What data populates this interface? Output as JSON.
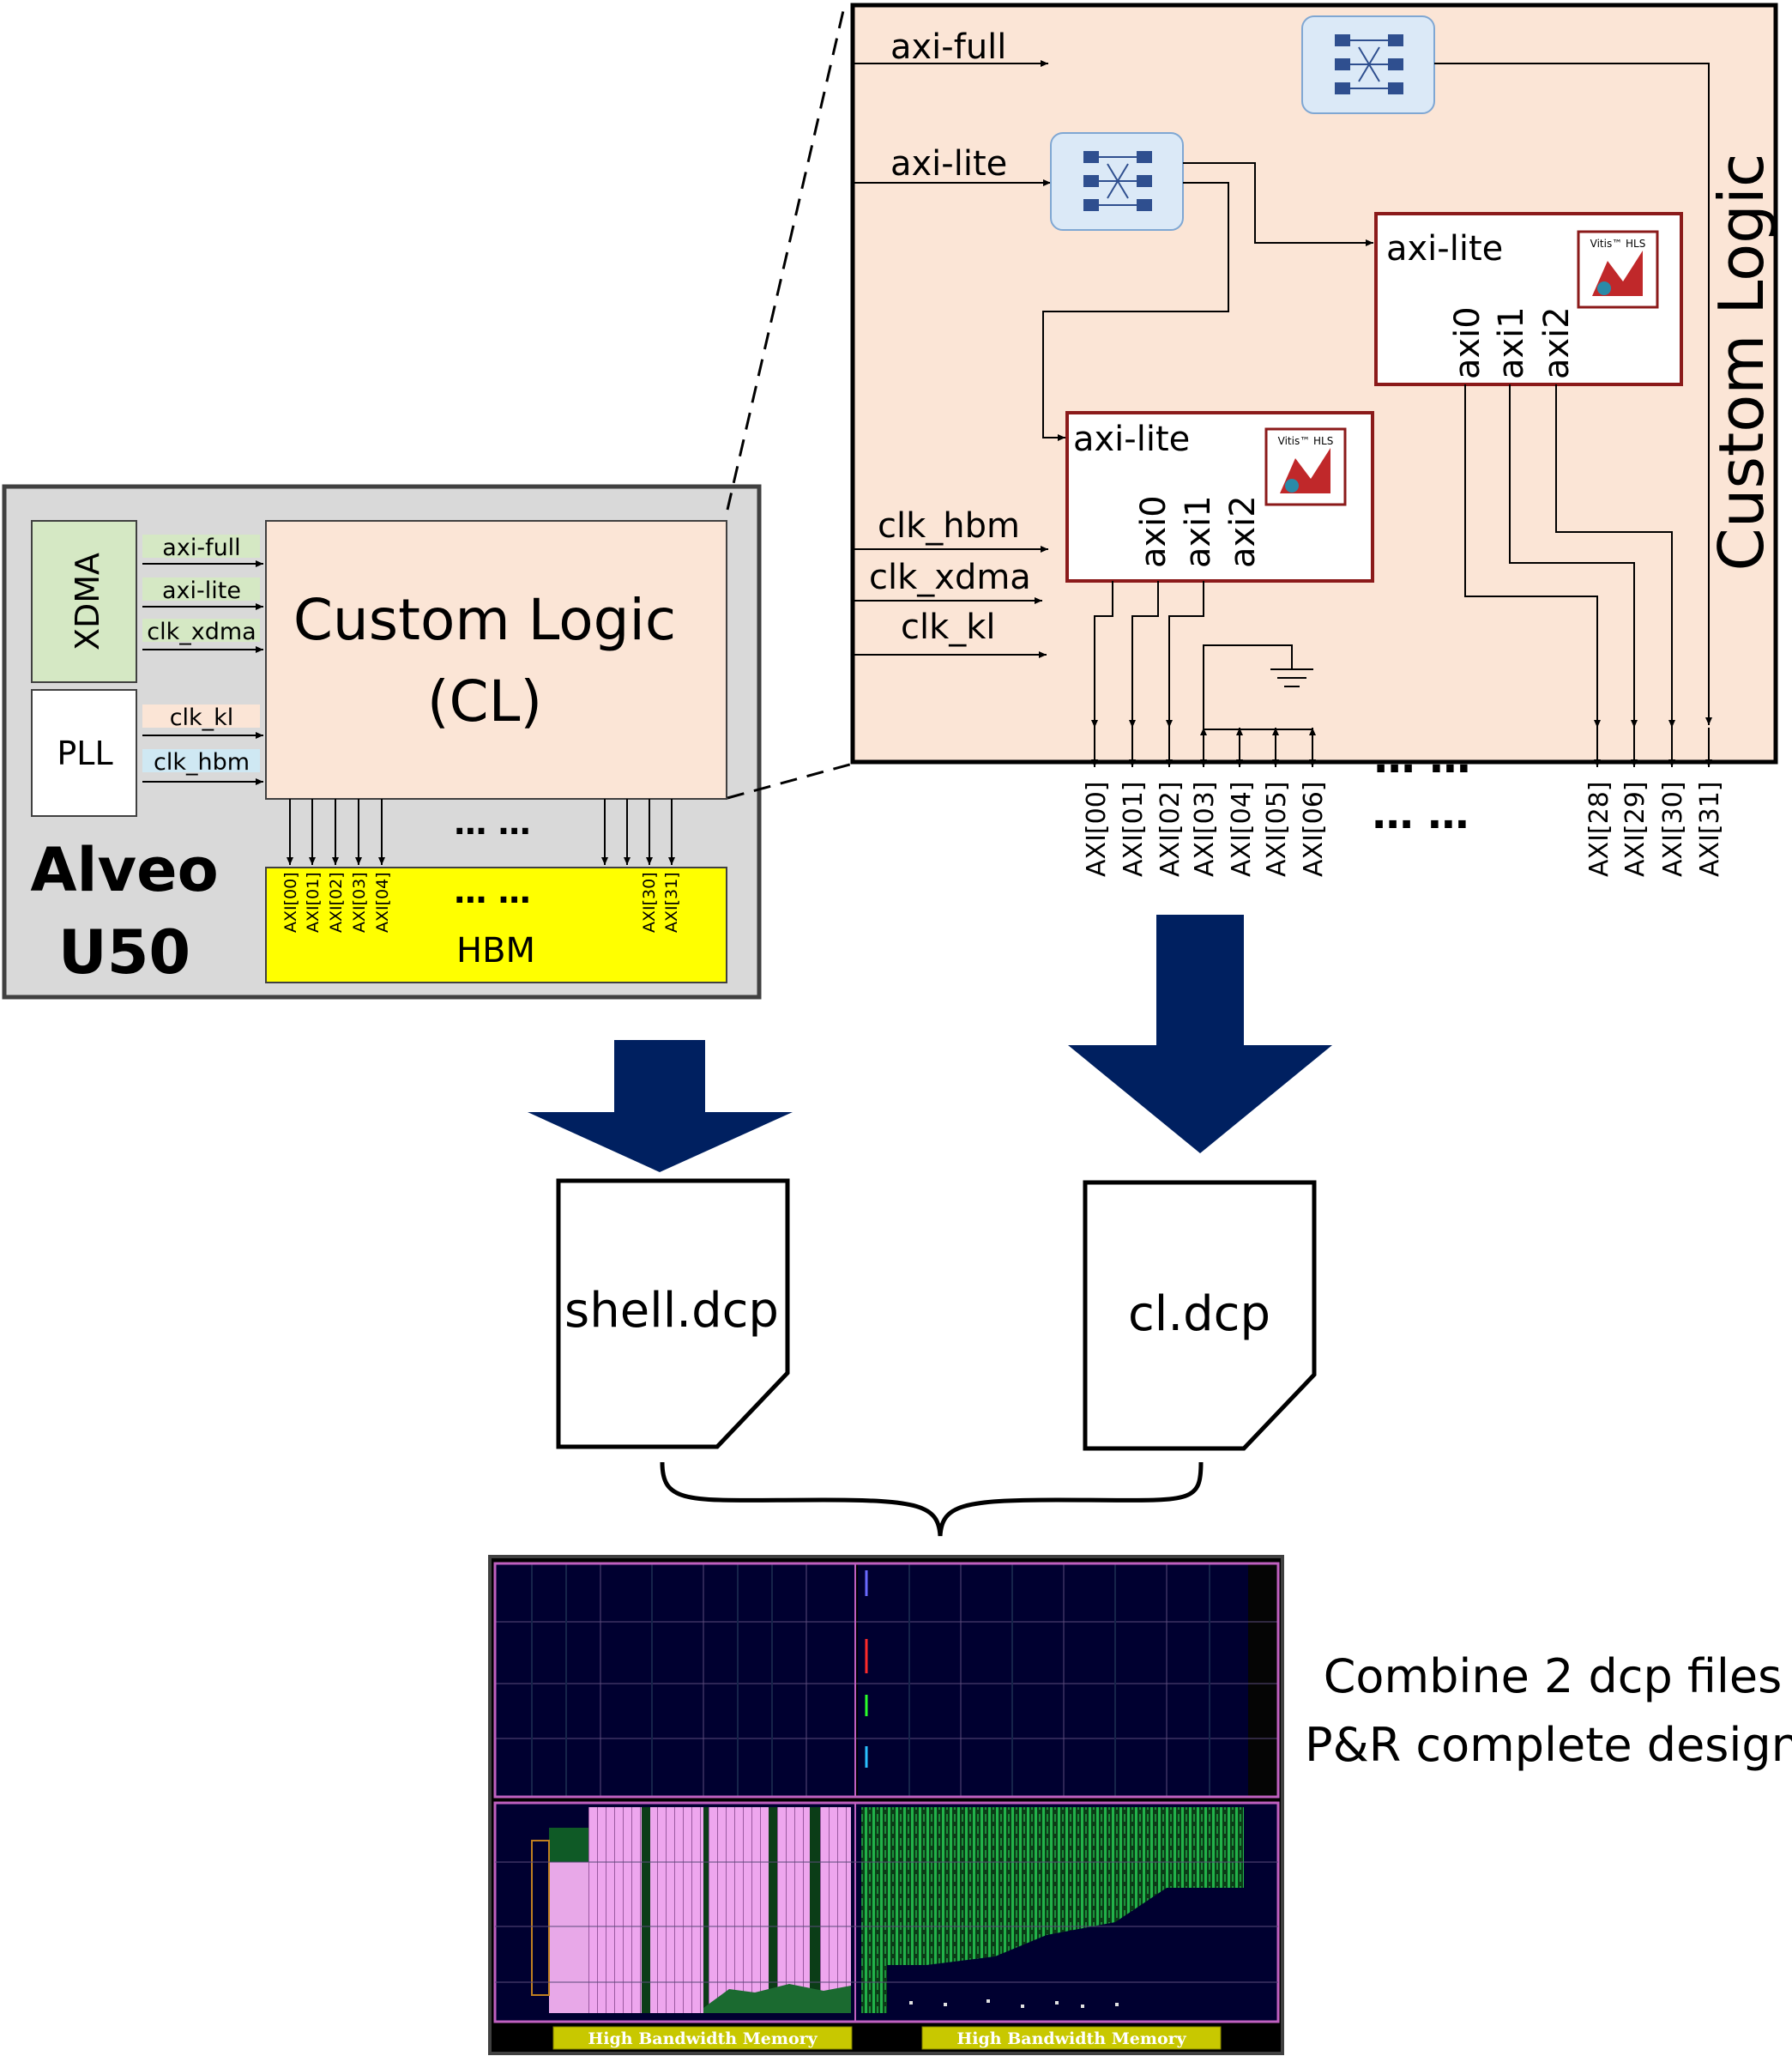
{
  "alveo_board": {
    "title_line1": "Alveo",
    "title_line2": "U50",
    "xdma_label": "XDMA",
    "pll_label": "PLL",
    "signals": [
      "axi-full",
      "axi-lite",
      "clk_xdma",
      "clk_kl",
      "clk_hbm"
    ],
    "cl_line1": "Custom Logic",
    "cl_line2": "(CL)",
    "ellipsis": "… …",
    "hbm_label": "HBM",
    "hbm_ports_left": [
      "AXI[00]",
      "AXI[01]",
      "AXI[02]",
      "AXI[03]",
      "AXI[04]"
    ],
    "hbm_ports_right": [
      "AXI[30]",
      "AXI[31]"
    ]
  },
  "custom_logic_detail": {
    "title": "Custom Logic",
    "input_signals": [
      "axi-full",
      "axi-lite",
      "clk_hbm",
      "clk_xdma",
      "clk_kl"
    ],
    "kernel_a": {
      "port_in": "axi-lite",
      "ports_out": [
        "axi0",
        "axi1",
        "axi2"
      ],
      "logo": "Vitis™ HLS"
    },
    "kernel_b": {
      "port_in": "axi-lite",
      "ports_out": [
        "axi0",
        "axi1",
        "axi2"
      ],
      "logo": "Vitis™ HLS"
    },
    "outputs_left": [
      "AXI[00]",
      "AXI[01]",
      "AXI[02]",
      "AXI[03]",
      "AXI[04]",
      "AXI[05]",
      "AXI[06]"
    ],
    "outputs_right": [
      "AXI[28]",
      "AXI[29]",
      "AXI[30]",
      "AXI[31]"
    ],
    "ellipsis": "… …"
  },
  "files": {
    "shell": "shell.dcp",
    "cl": "cl.dcp"
  },
  "result": {
    "caption_line1": "Combine 2 dcp files",
    "caption_line2": "P&R complete design",
    "hbm_label": "High Bandwidth Memory"
  },
  "colors": {
    "cl_fill": "#fbe5d6",
    "board_fill": "#d9d9d9",
    "xdma_fill": "#d5e8c4",
    "hbm_fill": "#ffff00",
    "arrow_navy": "#002060",
    "kernel_border": "#8b1a1a",
    "switch_fill": "#dbe9f7",
    "floorplan_bg": "#000033",
    "floorplan_pink": "#e8a0e8",
    "floorplan_green": "#20a040"
  }
}
